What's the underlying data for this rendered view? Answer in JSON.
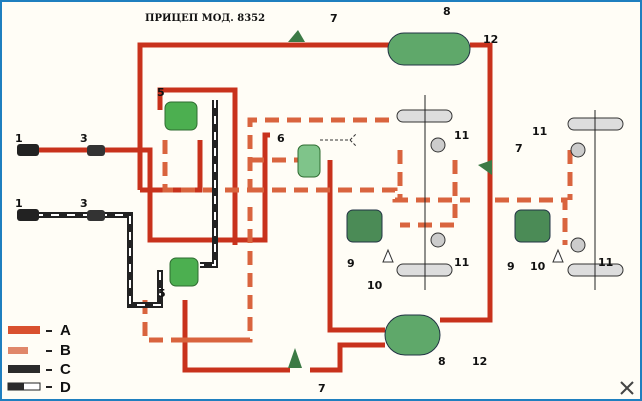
{
  "title": "ПРИЦЕП МОД. 8352",
  "colors": {
    "line_a": "#d93a22",
    "line_b": "#e07a55",
    "line_c": "#222222",
    "tank": "#5fa86a",
    "valve": "#4caf50",
    "frame": "#1f7fbf"
  },
  "legend": [
    {
      "key": "A",
      "style": "solid-red"
    },
    {
      "key": "B",
      "style": "dashed-red"
    },
    {
      "key": "C",
      "style": "solid-black"
    },
    {
      "key": "D",
      "style": "black-white-dashed"
    }
  ],
  "labels": {
    "l1a": "1",
    "l1b": "1",
    "l3a": "3",
    "l3b": "3",
    "l5a": "5",
    "l5b": "5",
    "l6": "6",
    "l7a": "7",
    "l7b": "7",
    "l7c": "7",
    "l8a": "8",
    "l8b": "8",
    "l9a": "9",
    "l9b": "9",
    "l10a": "10",
    "l10b": "10",
    "l11a": "11",
    "l11b": "11",
    "l11c": "11",
    "l11d": "11",
    "l12a": "12",
    "l12b": "12"
  },
  "icons": {
    "corner": "tools-icon"
  }
}
